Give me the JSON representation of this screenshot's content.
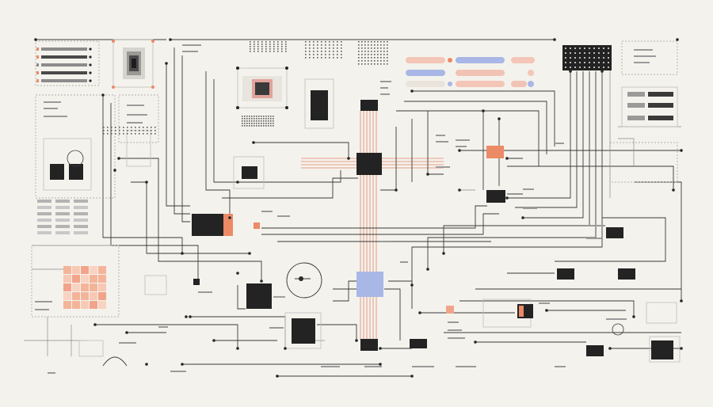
{
  "diagram": {
    "colors": {
      "background": "#f4f2ec",
      "wire": "#3a3a3a",
      "accent_orange": "#ec8a66",
      "accent_blue": "#a9b7e6",
      "accent_pink": "#f1c3b6",
      "chip": "#232323"
    },
    "nodes": [
      {
        "id": "central-chip",
        "kind": "chip"
      },
      {
        "id": "blue-hub-chip",
        "kind": "chip",
        "color": "#a9b7e6"
      },
      {
        "id": "orange-node",
        "kind": "chip",
        "color": "#ec8a66"
      },
      {
        "id": "display-matrix",
        "kind": "display"
      },
      {
        "id": "orange-heatmap-grid",
        "kind": "grid"
      },
      {
        "id": "gradient-bars-panel",
        "kind": "bars"
      },
      {
        "id": "level-slider-panel",
        "kind": "sliders"
      },
      {
        "id": "circular-sensor-node",
        "kind": "sensor"
      }
    ]
  }
}
